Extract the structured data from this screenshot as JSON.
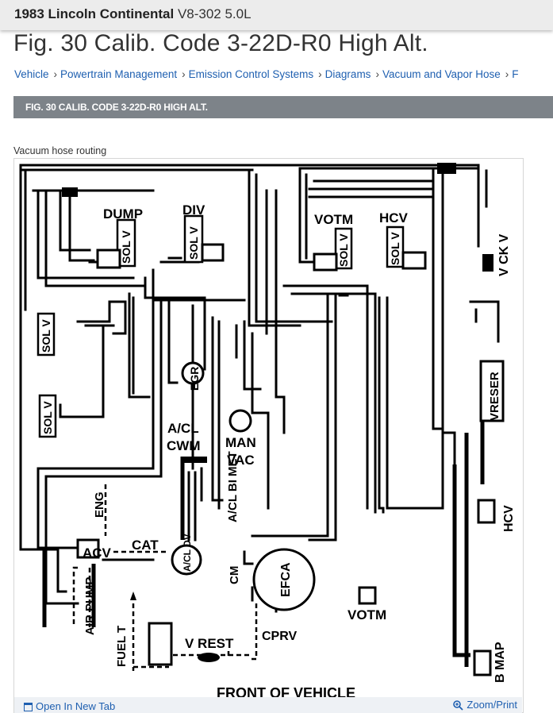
{
  "header": {
    "vehicle": "1983 Lincoln Continental",
    "engine": "V8-302 5.0L"
  },
  "figure_title": "Fig. 30 Calib. Code 3-22D-R0 High Alt.",
  "breadcrumbs": [
    "Vehicle",
    "Powertrain Management",
    "Emission Control Systems",
    "Diagrams",
    "Vacuum and Vapor Hose",
    "F"
  ],
  "banner": "FIG. 30 CALIB. CODE 3-22D-R0 HIGH ALT.",
  "caption": "Vacuum hose routing",
  "diagram": {
    "dump": "DUMP",
    "div": "DIV",
    "sol_v": "SOL V",
    "votm": "VOTM",
    "hcv": "HCV",
    "v_ck_v": "V CK V",
    "egr": "EGR",
    "vreser": "VRESER",
    "acl": "A/CL",
    "cwm": "CWM",
    "man": "MAN",
    "vac": "VAC",
    "acl_bi_met": "A/CL BI MET",
    "eng": "ENG",
    "acv": "ACV",
    "cat": "CAT",
    "acl_dv": "A/CL DV",
    "cm": "CM",
    "efca": "EFCA",
    "air_pump": "AIR PUMP",
    "fuel_t": "FUEL T",
    "v_rest": "V REST",
    "cprv": "CPRV",
    "b_map": "B MAP",
    "front_of_vehicle": "FRONT OF VEHICLE"
  },
  "footer": {
    "open_new_tab": "Open In New Tab",
    "zoom_print": "Zoom/Print"
  },
  "colors": {
    "link": "#1e5fb0",
    "banner": "#7d8389",
    "topbar": "#ececec"
  }
}
